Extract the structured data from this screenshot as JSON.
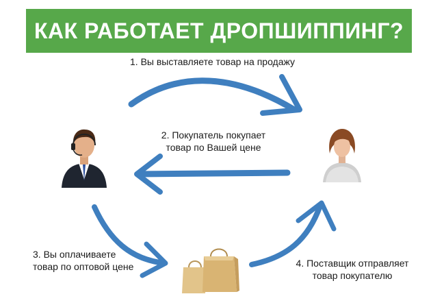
{
  "title": "КАК РАБОТАЕТ ДРОПШИППИНГ?",
  "steps": {
    "step1": "1. Вы выставляете товар на продажу",
    "step2_line1": "2. Покупатель покупает",
    "step2_line2": "товар по Вашей цене",
    "step3_line1": "3. Вы оплачиваете",
    "step3_line2": "товар по оптовой цене",
    "step4_line1": "4. Поставщик отправляет",
    "step4_line2": "товар покупателю"
  },
  "colors": {
    "title_band": "#57a84a",
    "arrow": "#3f7fbf"
  },
  "icons": [
    "businessman-headset-icon",
    "woman-customer-icon",
    "shopping-bags-icon"
  ]
}
